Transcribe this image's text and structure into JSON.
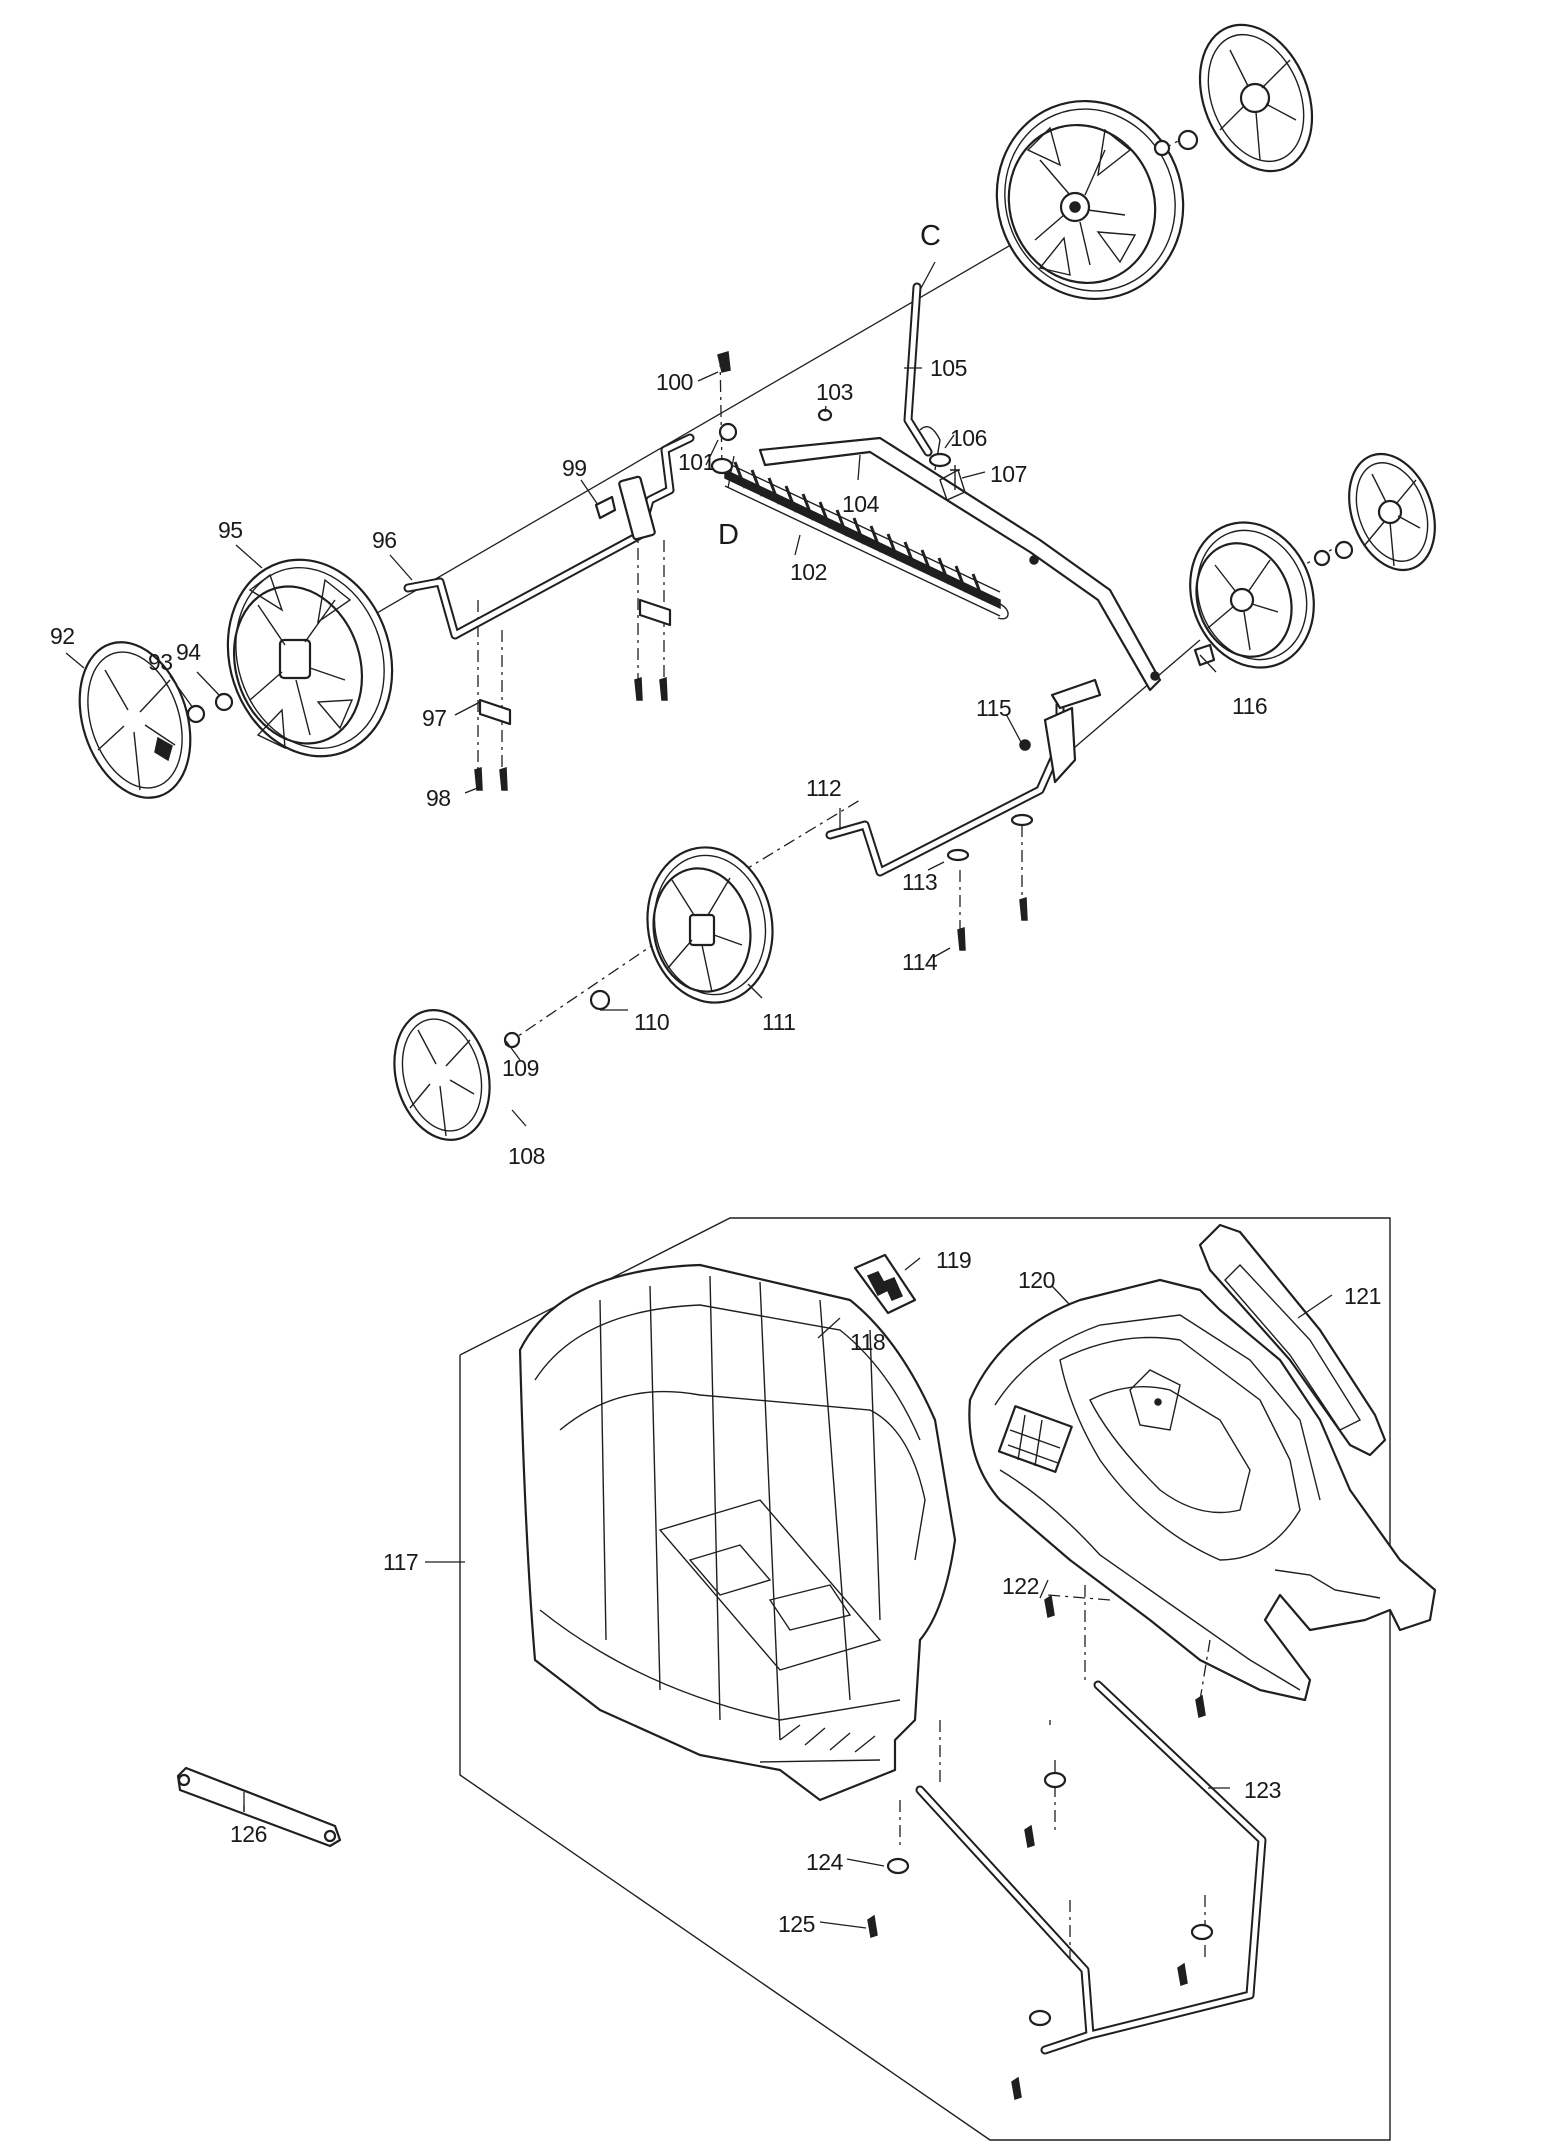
{
  "diagram": {
    "callouts": {
      "c92": "92",
      "c93": "93",
      "c94": "94",
      "c95": "95",
      "c96": "96",
      "c97": "97",
      "c98": "98",
      "c99": "99",
      "c100": "100",
      "c101": "101",
      "c102": "102",
      "c103": "103",
      "c104": "104",
      "c105": "105",
      "c106": "106",
      "c107": "107",
      "c108": "108",
      "c109": "109",
      "c110": "110",
      "c111": "111",
      "c112": "112",
      "c113": "113",
      "c114": "114",
      "c115": "115",
      "c116": "116",
      "c117": "117",
      "c118": "118",
      "c119": "119",
      "c120": "120",
      "c121": "121",
      "c122": "122",
      "c123": "123",
      "c124": "124",
      "c125": "125",
      "c126": "126"
    },
    "reference_letters": {
      "c": "C",
      "d": "D"
    }
  }
}
